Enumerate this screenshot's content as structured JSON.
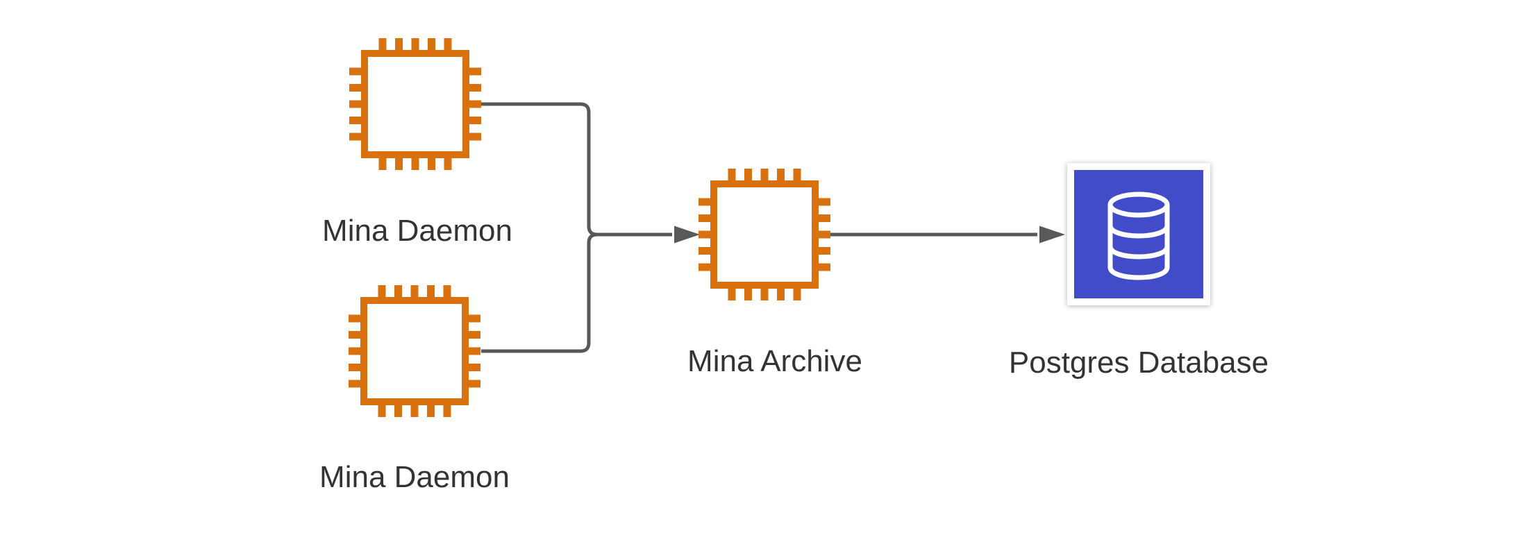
{
  "diagram": {
    "type": "architecture-flow",
    "colors": {
      "background": "#FFFFFF",
      "chip_outline": "#D9720E",
      "database_fill": "#424CC8",
      "database_glyph": "#FFFFFF",
      "connector": "#595959",
      "label_text": "#333333"
    },
    "nodes": [
      {
        "id": "mina-daemon-1",
        "icon": "chip-icon",
        "label": "Mina Daemon"
      },
      {
        "id": "mina-daemon-2",
        "icon": "chip-icon",
        "label": "Mina Daemon"
      },
      {
        "id": "mina-archive",
        "icon": "chip-icon",
        "label": "Mina Archive"
      },
      {
        "id": "postgres-database",
        "icon": "database-icon",
        "label": "Postgres Database"
      }
    ],
    "edges": [
      {
        "from": "mina-daemon-1",
        "to": "mina-archive",
        "style": "elbow-rounded",
        "arrowhead": "filled-triangle"
      },
      {
        "from": "mina-daemon-2",
        "to": "mina-archive",
        "style": "elbow-rounded",
        "arrowhead": "filled-triangle"
      },
      {
        "from": "mina-archive",
        "to": "postgres-database",
        "style": "straight",
        "arrowhead": "filled-triangle"
      }
    ]
  }
}
